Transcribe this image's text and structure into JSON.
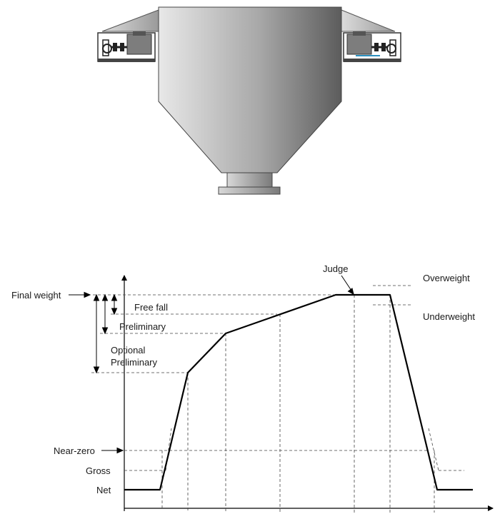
{
  "diagram": {
    "labels": {
      "final_weight": "Final weight",
      "free_fall": "Free fall",
      "preliminary": "Preliminary",
      "optional_1": "Optional",
      "optional_2": "Preliminary",
      "near_zero": "Near-zero",
      "gross": "Gross",
      "net": "Net",
      "judge": "Judge",
      "overweight": "Overweight",
      "underweight": "Underweight"
    }
  },
  "colors": {
    "hopper_light": "#e6e6e6",
    "hopper_dark": "#6e6e6e",
    "line": "#000000",
    "dashed": "#444444",
    "accent": "#2a8fbf"
  }
}
